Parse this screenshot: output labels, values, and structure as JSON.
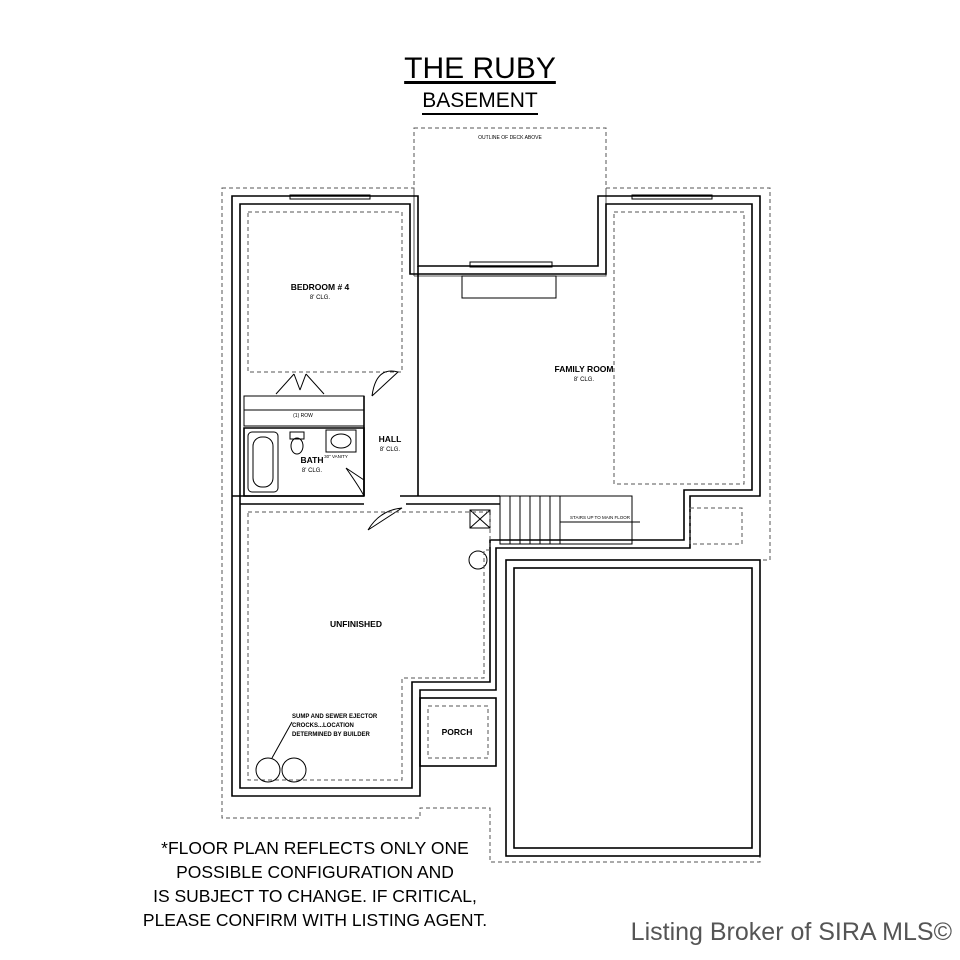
{
  "title": "THE RUBY",
  "subtitle": "BASEMENT",
  "deck_note": "OUTLINE OF DECK ABOVE",
  "rooms": {
    "bedroom": {
      "name": "BEDROOM # 4",
      "ceiling": "8' CLG."
    },
    "family": {
      "name": "FAMILY ROOM",
      "ceiling": "8' CLG."
    },
    "hall": {
      "name": "HALL",
      "ceiling": "8' CLG."
    },
    "bath": {
      "name": "BATH",
      "ceiling": "8' CLG."
    },
    "unfinished": {
      "name": "UNFINISHED"
    },
    "porch": {
      "name": "PORCH"
    }
  },
  "closet_note": "(1) ROW",
  "vanity_note": "30\" VANITY",
  "stairs_note": "STAIRS UP TO MAIN FLOOR",
  "sump_note": [
    "SUMP AND SEWER EJECTOR",
    "CROCKS...LOCATION",
    "DETERMINED BY BUILDER"
  ],
  "disclaimer": [
    "*FLOOR PLAN REFLECTS ONLY ONE",
    "POSSIBLE CONFIGURATION AND",
    "IS SUBJECT TO CHANGE. IF CRITICAL,",
    "PLEASE CONFIRM WITH LISTING AGENT."
  ],
  "watermark": "Listing Broker of SIRA MLS©"
}
